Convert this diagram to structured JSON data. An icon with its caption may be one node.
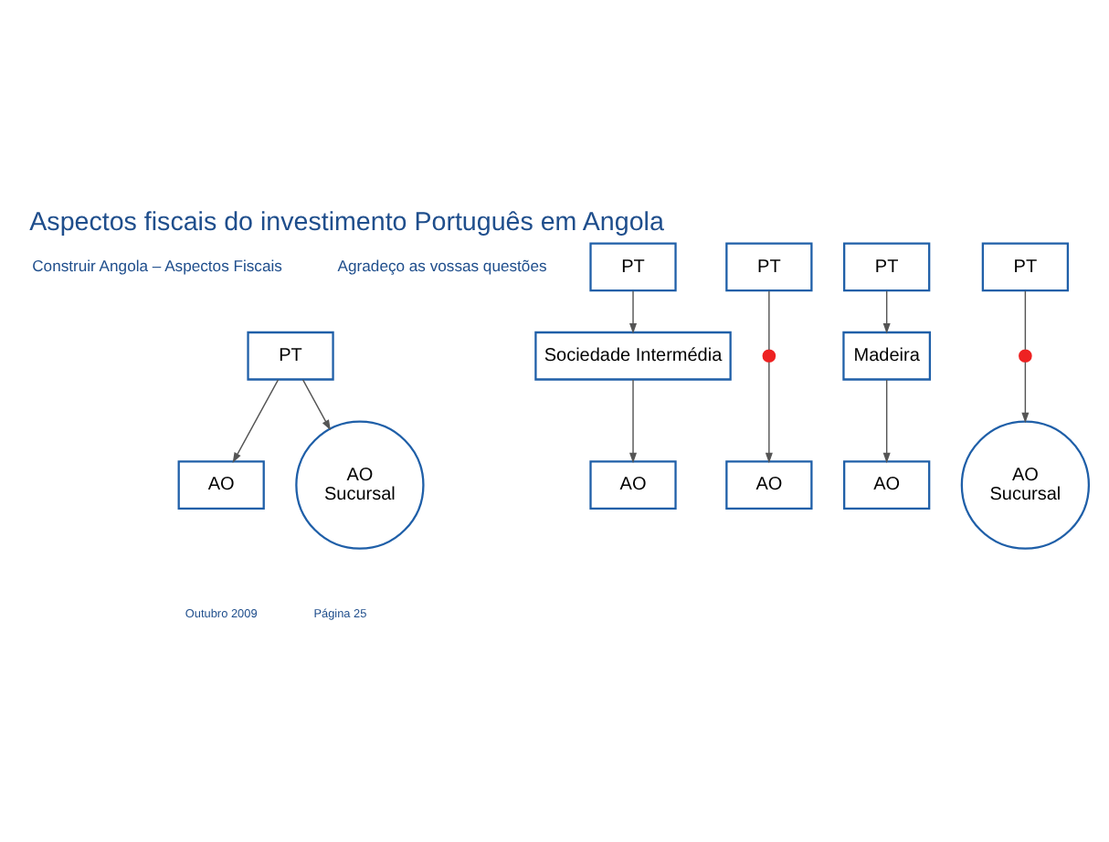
{
  "diagram": {
    "title": "Aspectos fiscais do investimento Português em Angola",
    "nodes": [
      {
        "text": [
          "PT"
        ]
      },
      {
        "text": [
          "AO"
        ]
      },
      {
        "text": [
          "AO",
          "Sucursal"
        ]
      },
      {
        "text": [
          "PT"
        ]
      },
      {
        "text": [
          "Sociedade Intermédia"
        ]
      },
      {
        "text": [
          "AO"
        ]
      },
      {
        "text": [
          "PT"
        ]
      },
      {
        "text": [],
        "shape": "cross"
      },
      {
        "text": [
          "AO"
        ]
      },
      {
        "text": [
          "PT"
        ]
      },
      {
        "text": [
          "Madeira"
        ]
      },
      {
        "text": [
          "AO"
        ]
      },
      {
        "text": [
          "PT"
        ]
      },
      {
        "text": [],
        "shape": "cross"
      },
      {
        "text": [
          "AO",
          "Sucursal"
        ]
      }
    ],
    "edges": [
      {
        "from": 0,
        "to": 1,
        "arrow": "to"
      },
      {
        "from": 0,
        "to": 2,
        "arrow": "to"
      },
      {
        "from": 3,
        "to": 4,
        "arrow": "to"
      },
      {
        "from": 4,
        "to": 5,
        "arrow": "to"
      },
      {
        "from": 6,
        "to": 7,
        "arrow": "none"
      },
      {
        "from": 7,
        "to": 8,
        "arrow": "to"
      },
      {
        "from": 9,
        "to": 10,
        "arrow": "to"
      },
      {
        "from": 10,
        "to": 11,
        "arrow": "to"
      },
      {
        "from": 12,
        "to": 13,
        "arrow": "none"
      },
      {
        "from": 13,
        "to": 14,
        "arrow": "to"
      }
    ],
    "labels": [
      "Construir Angola – Aspectos Fiscais",
      "Agradeço as vossas questões",
      "Outubro 2009",
      "Página 25"
    ]
  }
}
